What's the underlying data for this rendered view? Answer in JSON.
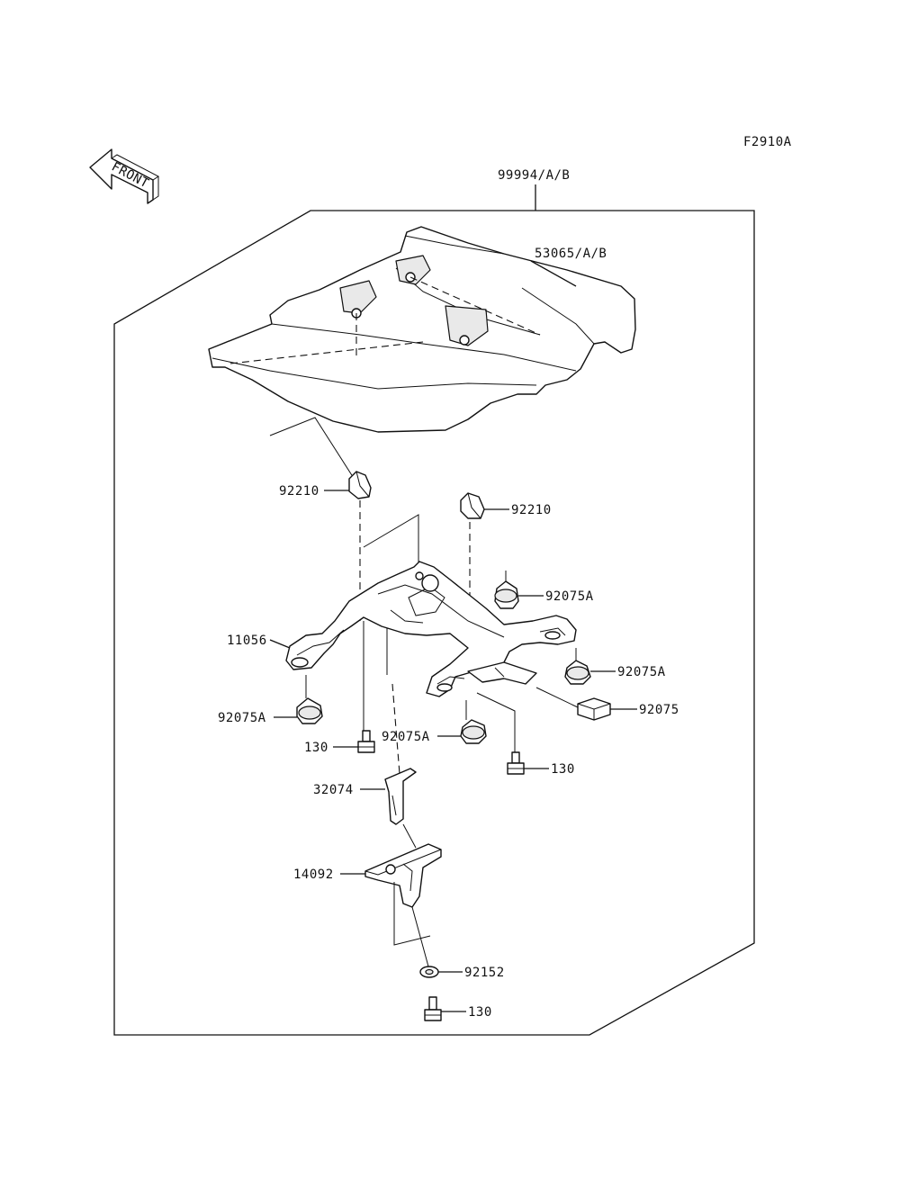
{
  "figure_code": "F2910A",
  "front_arrow_text": "FRONT",
  "callouts": {
    "kit": "99994/A/B",
    "cover": "53065/A/B",
    "clip_left": "92210",
    "clip_right": "92210",
    "damper_top_right": "92075A",
    "bracket": "11056",
    "damper_mid_right": "92075A",
    "damper_left": "92075A",
    "pad": "92075",
    "damper_center": "92075A",
    "bolt_left": "130",
    "bolt_right": "130",
    "stay": "32074",
    "holder": "14092",
    "nut": "92152",
    "bolt_bottom": "130"
  }
}
